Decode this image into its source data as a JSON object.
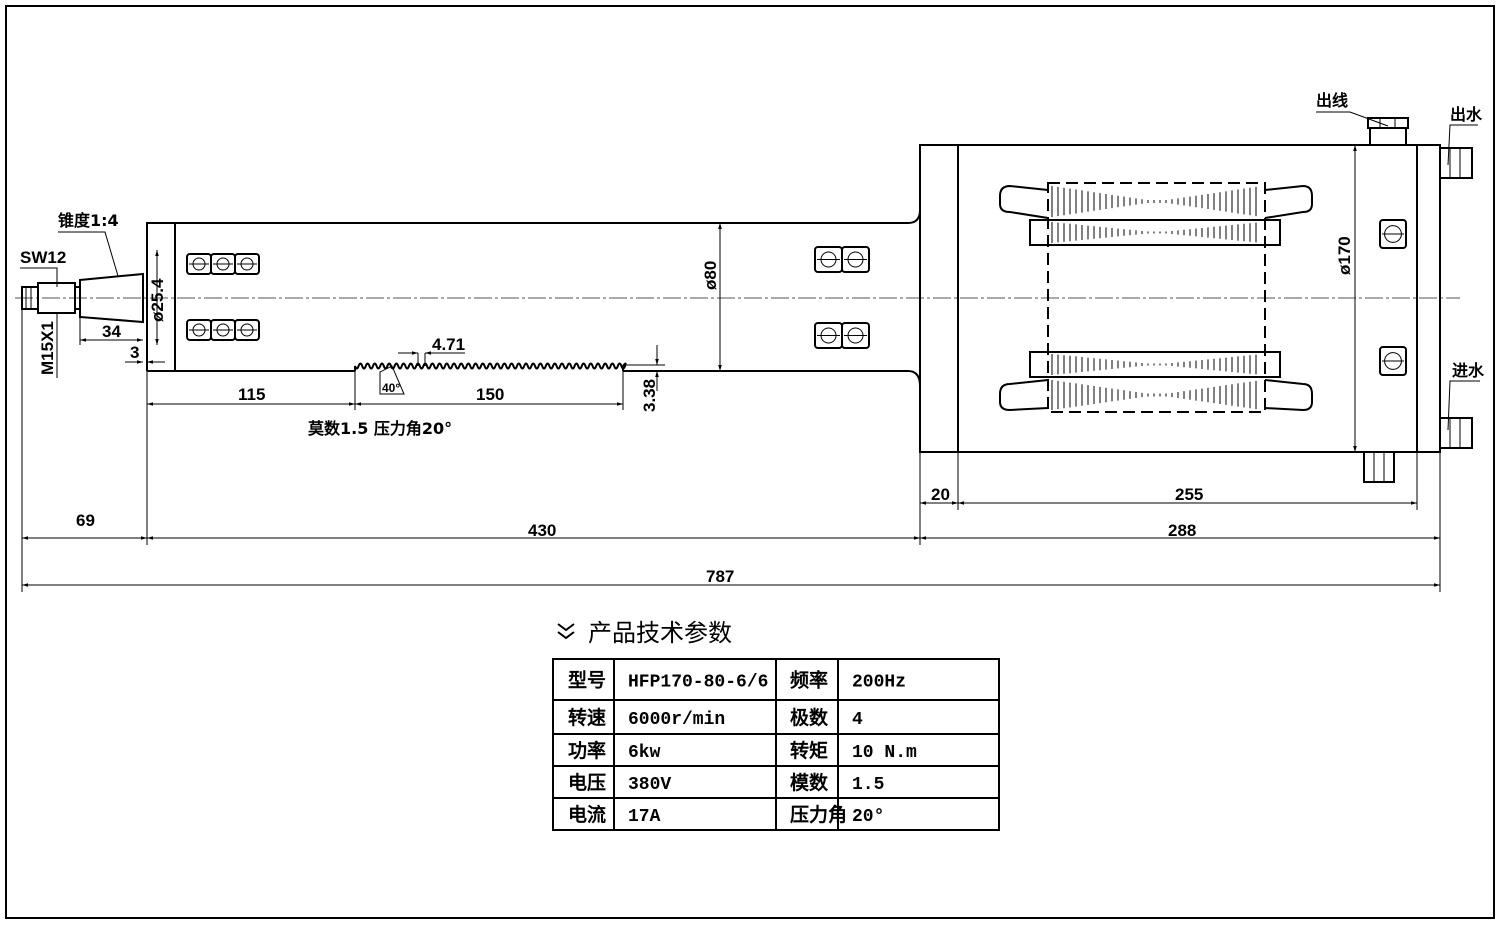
{
  "labels": {
    "taper": "锥度1:4",
    "wrench": "SW12",
    "thread": "M15X1",
    "d_taper": "ø25.4",
    "d_shaft": "ø80",
    "d_body": "ø170",
    "cable_out": "出线",
    "water_out": "出水",
    "water_in": "进水",
    "rack_spec": "莫数1.5 压力角20°",
    "tooth_angle": "40°"
  },
  "dimensions": {
    "d34": "34",
    "d3": "3",
    "d115": "115",
    "d150": "150",
    "d471": "4.71",
    "d338": "3.38",
    "d69": "69",
    "d430": "430",
    "d20": "20",
    "d255": "255",
    "d288": "288",
    "d787": "787"
  },
  "specs": {
    "title": "产品技术参数",
    "rows": [
      {
        "k1": "型号",
        "v1": "HFP170-80-6/6",
        "k2": "频率",
        "v2": "200Hz"
      },
      {
        "k1": "转速",
        "v1": "6000r/min",
        "k2": "极数",
        "v2": "4"
      },
      {
        "k1": "功率",
        "v1": "6kw",
        "k2": "转矩",
        "v2": "10 N.m"
      },
      {
        "k1": "电压",
        "v1": "380V",
        "k2": "模数",
        "v2": "1.5"
      },
      {
        "k1": "电流",
        "v1": "17A",
        "k2": "压力角",
        "v2": "20°"
      }
    ]
  }
}
